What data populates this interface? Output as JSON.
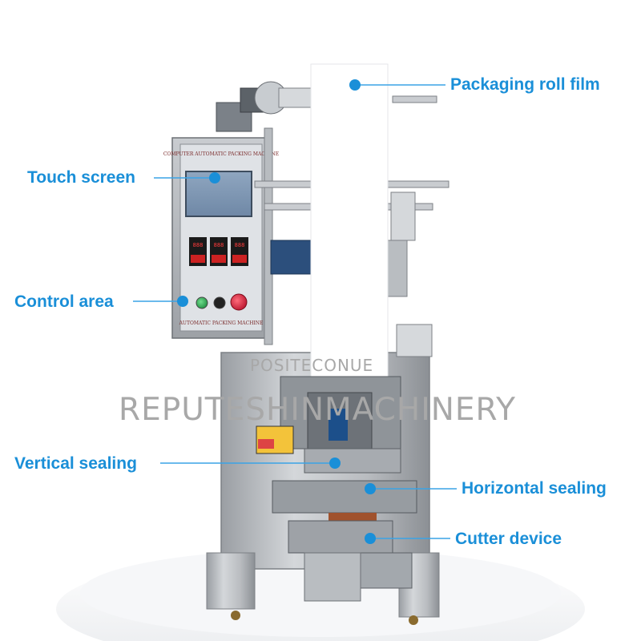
{
  "colors": {
    "callout_text": "#1a8fd8",
    "callout_line": "#3aa3e6",
    "dot": "#1a8fd8",
    "watermark": "#a8a8a8"
  },
  "callouts": {
    "roll_film": "Packaging roll film",
    "touch_screen": "Touch screen",
    "control_area": "Control area",
    "vertical_sealing": "Vertical sealing",
    "horizontal_sealing": "Horizontal sealing",
    "cutter_device": "Cutter device"
  },
  "watermark": {
    "top": "POSITECONUE",
    "main": "REPUTESHINMACHINERY"
  },
  "panel": {
    "header": "COMPUTER AUTOMATIC PACKING MACHINE",
    "footer": "AUTOMATIC PACKING MACHINE",
    "meter_readouts": [
      "888",
      "888",
      "888"
    ]
  },
  "icons": {
    "pointer_dot": "callout-dot-icon",
    "start_button": "green-button-icon",
    "stop_button": "black-button-icon",
    "emergency_stop": "emergency-stop-icon",
    "warning_label": "warning-label-icon"
  }
}
